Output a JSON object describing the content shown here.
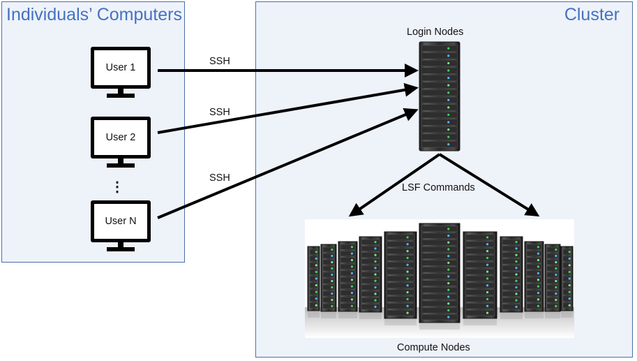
{
  "left_panel": {
    "title": "Individuals’ Computers"
  },
  "right_panel": {
    "title": "Cluster"
  },
  "users": [
    {
      "label": "User 1"
    },
    {
      "label": "User 2"
    },
    {
      "label": "User N"
    }
  ],
  "ellipsis": "⋮",
  "connections": [
    {
      "label": "SSH"
    },
    {
      "label": "SSH"
    },
    {
      "label": "SSH"
    }
  ],
  "login_nodes": {
    "label": "Login Nodes"
  },
  "lsf": {
    "label": "LSF Commands"
  },
  "compute_nodes": {
    "label": "Compute Nodes"
  },
  "colors": {
    "panel_border": "#4a6ea8",
    "panel_fill": "#eef2f9",
    "title": "#4472c4"
  }
}
